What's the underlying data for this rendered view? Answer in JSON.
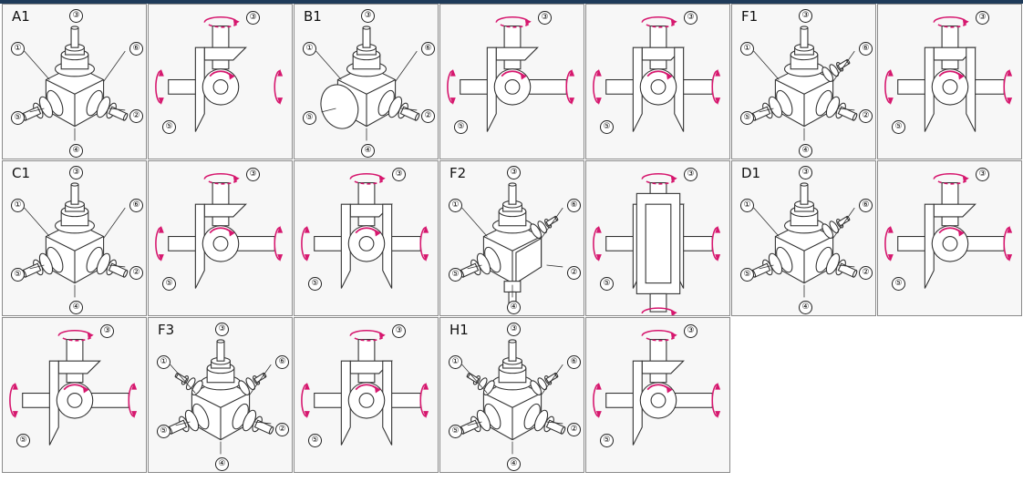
{
  "rows": [
    {
      "cells": [
        {
          "type": "iso",
          "code": "A1",
          "variant": "A1",
          "labels": [
            "①",
            "②",
            "③",
            "④",
            "⑤",
            "⑥"
          ]
        },
        {
          "type": "schematic",
          "variant": "A1",
          "labels": [
            "③",
            "⑤"
          ]
        },
        {
          "type": "iso",
          "code": "B1",
          "variant": "B1",
          "labels": [
            "①",
            "②",
            "③",
            "④",
            "⑤",
            "⑥"
          ]
        },
        {
          "type": "schematic",
          "variant": "B1a",
          "labels": [
            "③",
            "⑤"
          ]
        },
        {
          "type": "schematic",
          "variant": "B1b",
          "labels": [
            "③",
            "⑤"
          ]
        },
        {
          "type": "iso",
          "code": "F1",
          "variant": "F1",
          "labels": [
            "①",
            "②",
            "③",
            "④",
            "⑤",
            "⑥"
          ]
        },
        {
          "type": "schematic",
          "variant": "F1",
          "labels": [
            "③",
            "⑤"
          ]
        }
      ]
    },
    {
      "cells": [
        {
          "type": "iso",
          "code": "C1",
          "variant": "C1",
          "labels": [
            "①",
            "②",
            "③",
            "④",
            "⑤",
            "⑥"
          ]
        },
        {
          "type": "schematic",
          "variant": "C1a",
          "labels": [
            "③",
            "⑤"
          ]
        },
        {
          "type": "schematic",
          "variant": "C1b",
          "labels": [
            "③",
            "⑤"
          ]
        },
        {
          "type": "iso",
          "code": "F2",
          "variant": "F2",
          "labels": [
            "①",
            "②",
            "③",
            "④",
            "⑤",
            "⑥"
          ]
        },
        {
          "type": "schematic",
          "variant": "F2",
          "labels": [
            "③",
            "⑤"
          ]
        },
        {
          "type": "iso",
          "code": "D1",
          "variant": "D1",
          "labels": [
            "①",
            "②",
            "③",
            "④",
            "⑤",
            "⑥"
          ]
        },
        {
          "type": "schematic",
          "variant": "D1",
          "labels": [
            "③",
            "⑤"
          ]
        }
      ]
    },
    {
      "cells": [
        {
          "type": "schematic",
          "variant": "D1b",
          "labels": [
            "③",
            "⑤"
          ]
        },
        {
          "type": "iso",
          "code": "F3",
          "variant": "F3",
          "labels": [
            "①",
            "②",
            "③",
            "④",
            "⑤",
            "⑥"
          ]
        },
        {
          "type": "schematic",
          "variant": "F3",
          "labels": [
            "③",
            "⑤"
          ]
        },
        {
          "type": "iso",
          "code": "H1",
          "variant": "H1",
          "labels": [
            "①",
            "②",
            "③",
            "④",
            "⑤",
            "⑥"
          ]
        },
        {
          "type": "schematic",
          "variant": "H1",
          "labels": [
            "③",
            "⑤"
          ]
        }
      ]
    }
  ],
  "colors": {
    "arrow": "#d6176e",
    "line": "#333333",
    "border": "#8a8a8a",
    "top_rule": "#1f3b5a"
  }
}
